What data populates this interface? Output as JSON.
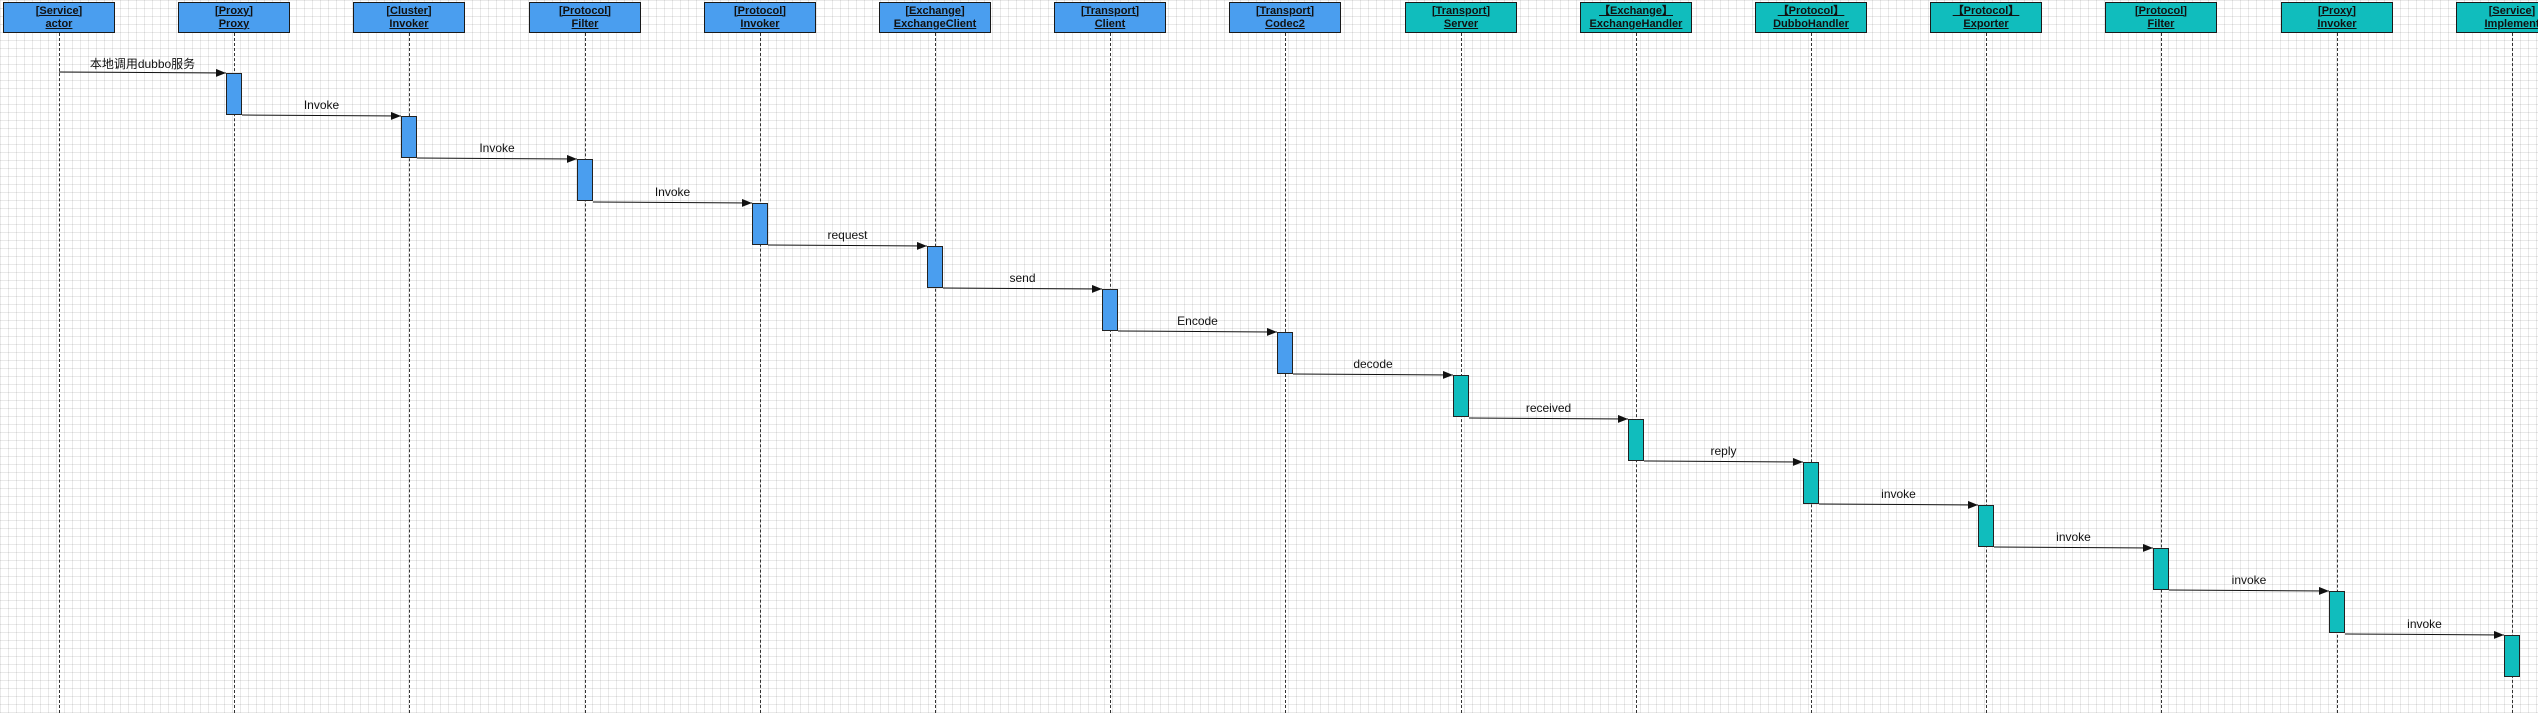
{
  "participants": [
    {
      "layer": "[Service]",
      "name": "actor",
      "color": "#4a9eef"
    },
    {
      "layer": "[Proxy]",
      "name": "Proxy",
      "color": "#4a9eef"
    },
    {
      "layer": "[Cluster]",
      "name": "Invoker",
      "color": "#4a9eef"
    },
    {
      "layer": "[Protocol]",
      "name": "Filter",
      "color": "#4a9eef"
    },
    {
      "layer": "[Protocol]",
      "name": "Invoker",
      "color": "#4a9eef"
    },
    {
      "layer": "[Exchange]",
      "name": "ExchangeClient",
      "color": "#4a9eef"
    },
    {
      "layer": "[Transport]",
      "name": "Client",
      "color": "#4a9eef"
    },
    {
      "layer": "[Transport]",
      "name": "Codec2",
      "color": "#4a9eef"
    },
    {
      "layer": "[Transport]",
      "name": "Server",
      "color": "#10bdbd"
    },
    {
      "layer": "【Exchange】",
      "name": "ExchangeHandler",
      "color": "#10bdbd"
    },
    {
      "layer": "【Protocol】",
      "name": "DubboHandler",
      "color": "#10bdbd"
    },
    {
      "layer": "【Protocol】",
      "name": "Exporter",
      "color": "#10bdbd"
    },
    {
      "layer": "[Protocol]",
      "name": "Filter",
      "color": "#10bdbd"
    },
    {
      "layer": "[Proxy]",
      "name": "Invoker",
      "color": "#10bdbd"
    },
    {
      "layer": "[Service]",
      "name": "Implement",
      "color": "#10bdbd"
    }
  ],
  "messages": [
    {
      "from": 0,
      "to": 1,
      "label": "本地调用dubbo服务"
    },
    {
      "from": 1,
      "to": 2,
      "label": "Invoke"
    },
    {
      "from": 2,
      "to": 3,
      "label": "Invoke"
    },
    {
      "from": 3,
      "to": 4,
      "label": "Invoke"
    },
    {
      "from": 4,
      "to": 5,
      "label": "request"
    },
    {
      "from": 5,
      "to": 6,
      "label": "send"
    },
    {
      "from": 6,
      "to": 7,
      "label": "Encode"
    },
    {
      "from": 7,
      "to": 8,
      "label": "decode"
    },
    {
      "from": 8,
      "to": 9,
      "label": "received"
    },
    {
      "from": 9,
      "to": 10,
      "label": "reply"
    },
    {
      "from": 10,
      "to": 11,
      "label": "invoke"
    },
    {
      "from": 11,
      "to": 12,
      "label": "invoke"
    },
    {
      "from": 12,
      "to": 13,
      "label": "invoke"
    },
    {
      "from": 13,
      "to": 14,
      "label": "invoke"
    }
  ]
}
